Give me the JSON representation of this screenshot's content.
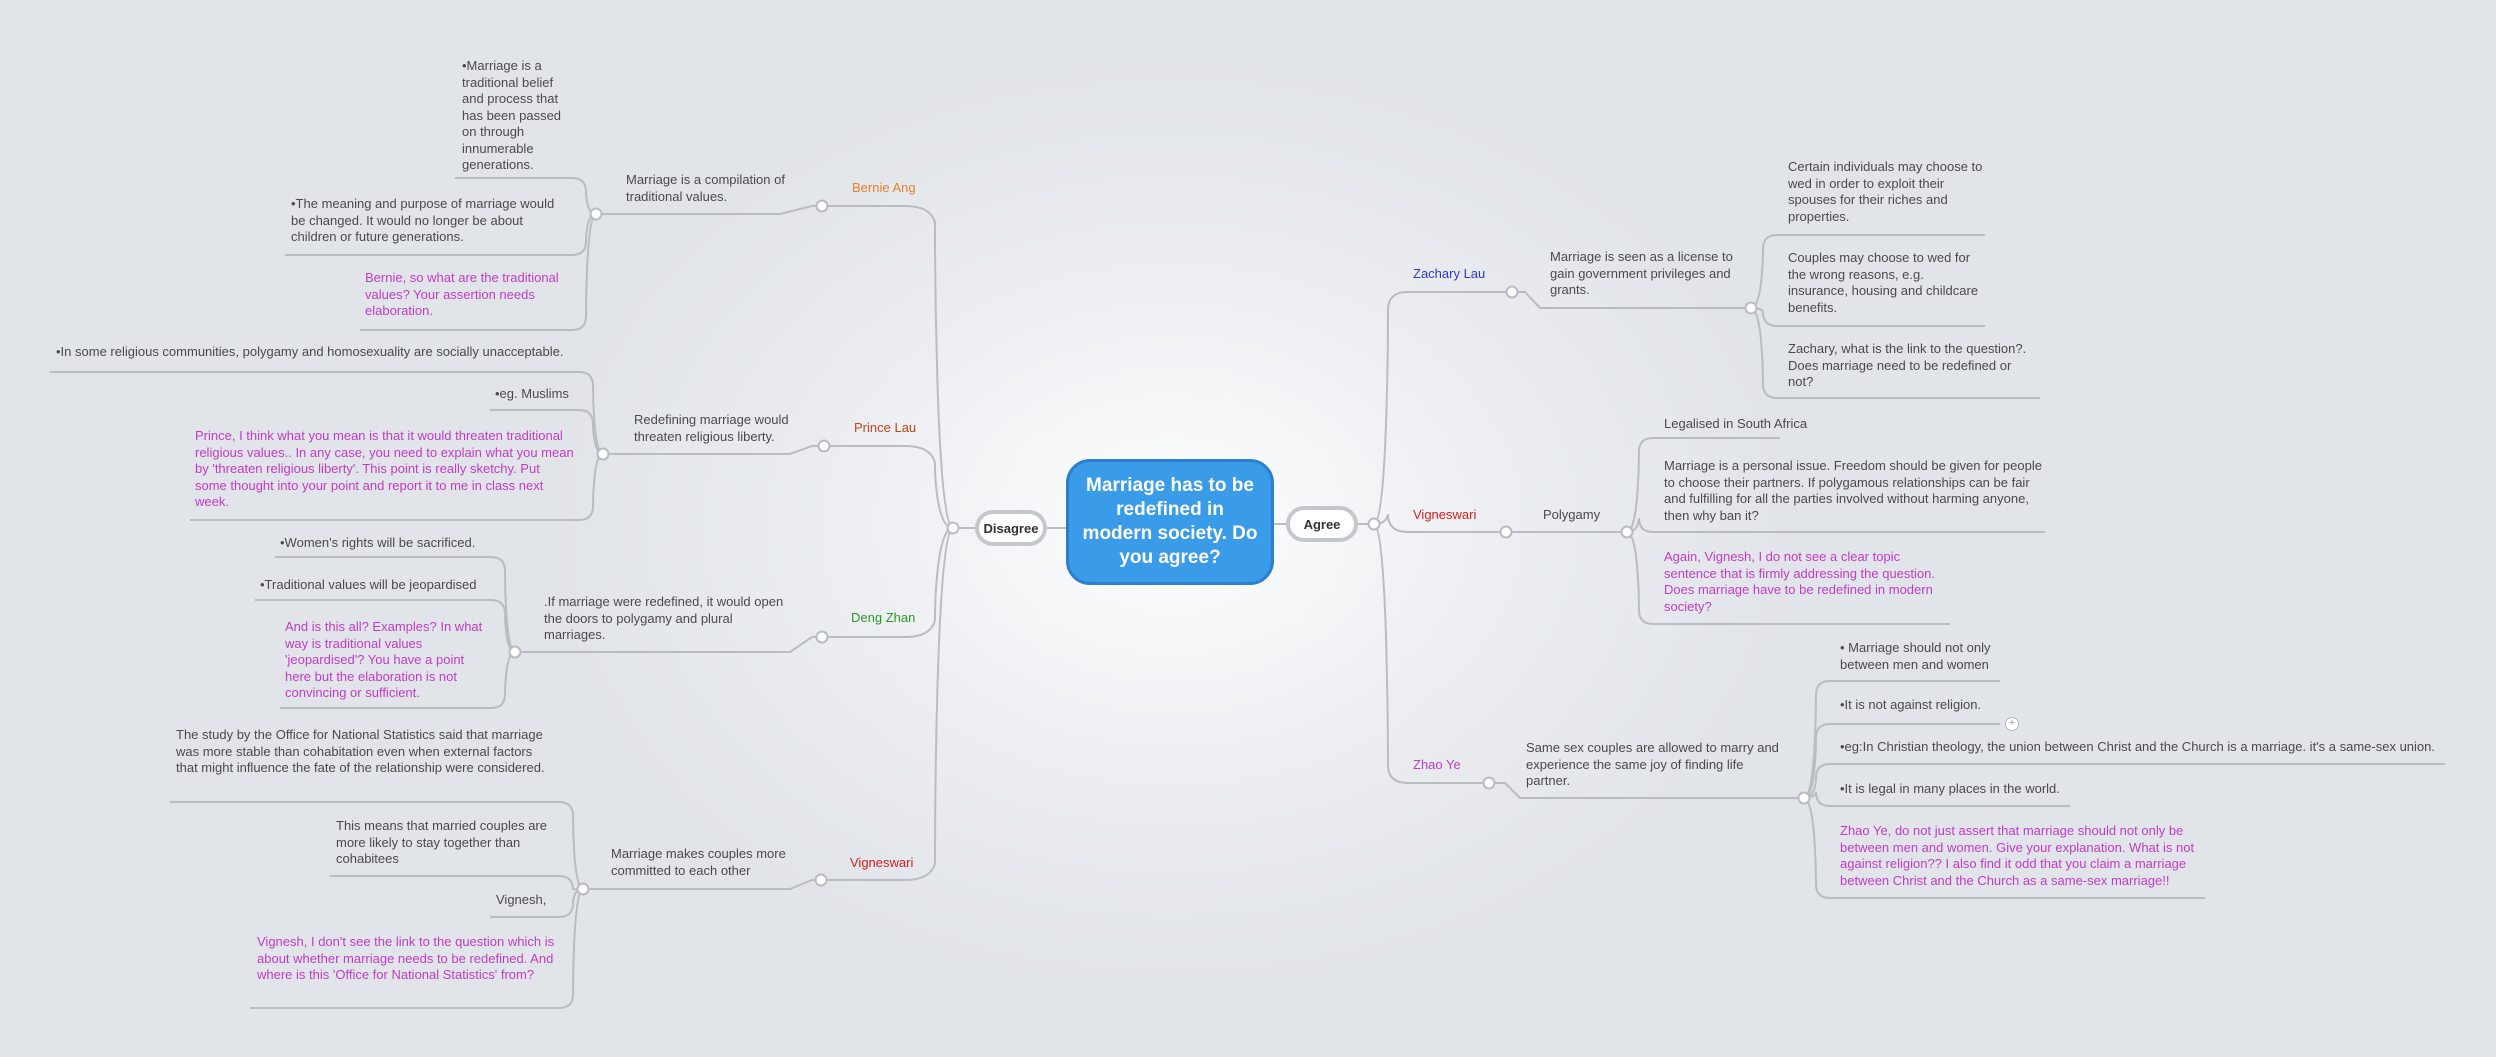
{
  "central": {
    "title": "Marriage has to be redefined in modern society. Do you agree?"
  },
  "disagree": {
    "label": "Disagree",
    "branches": [
      {
        "author": "Bernie Ang",
        "topic": "Marriage is a compilation of traditional values.",
        "points": [
          "•Marriage is a traditional belief and process that has been passed on through innumerable generations.",
          "•The meaning and purpose of  marriage would be changed. It would no longer be about children or future generations."
        ],
        "comment": "Bernie, so what are the traditional values? Your assertion needs elaboration."
      },
      {
        "author": "Prince Lau",
        "topic": "Redefining marriage would threaten religious liberty.",
        "points": [
          "•In some religious communities, polygamy and homosexuality are socially unacceptable.",
          "•eg. Muslims"
        ],
        "comment": "Prince, I think what you mean is that it would threaten traditional religious values.. In any case, you need to explain what you mean by 'threaten religious liberty'.  This point is really sketchy. Put some thought into your point and report it to me in class next week."
      },
      {
        "author": "Deng Zhan",
        "topic": ".If marriage were redefined, it would open the doors to polygamy and plural marriages.",
        "points": [
          "•Women's rights will be sacrificed.",
          "•Traditional values will be jeopardised"
        ],
        "comment": "And is this all? Examples? In what way is traditional values 'jeopardised'? You have a point here but the elaboration is not convincing or sufficient."
      },
      {
        "author": "Vigneswari",
        "topic": "Marriage makes couples more committed to each other",
        "points": [
          "The study by the Office for National Statistics said that marriage was more stable than cohabitation even when external factors that might influence the fate of the relationship were considered.",
          "This means that married couples are more likely to stay together than cohabitees",
          "Vignesh,"
        ],
        "comment": "Vignesh, I don't see the link to the question which is about whether marriage needs to be redefined. And where is this 'Office for National Statistics' from?"
      }
    ]
  },
  "agree": {
    "label": "Agree",
    "branches": [
      {
        "author": "Zachary Lau",
        "topic": "Marriage is seen as a license to gain government privileges and grants.",
        "points": [
          "Certain individuals may choose to wed in order to exploit their spouses for their riches and properties.",
          "Couples may choose to wed for the wrong reasons, e.g. insurance, housing and childcare benefits.",
          "Zachary, what is the link to the question?. Does marriage need to be redefined or not?"
        ]
      },
      {
        "author": "Vigneswari",
        "topic": "Polygamy",
        "points": [
          "Legalised in South Africa",
          "Marriage is a personal issue. Freedom should be given for people to choose their partners. If polygamous relationships can be fair and fulfilling for all the parties involved without harming anyone, then why ban it?"
        ],
        "comment": "Again, Vignesh, I do not see a clear topic sentence that is firmly addressing the question. Does marriage have to be redefined in modern society?"
      },
      {
        "author": "Zhao Ye",
        "topic": "Same sex couples are allowed to marry and experience the same joy of finding life partner.",
        "points": [
          "• Marriage should not only between men and women",
          "•It is not against religion.",
          "•eg:In Christian theology, the union between Christ and the Church is a marriage. it's a same-sex union.",
          "•It is legal in many places in the world."
        ],
        "comment": "Zhao Ye, do not just assert that marriage should not only be between men and women. Give your explanation. What is not against religion?? I also find it odd that you claim a marriage between Christ and the Church as a same-sex marriage!!"
      }
    ]
  },
  "colors": {
    "central_fill": "#3a9be8",
    "line": "#b9bcc1",
    "comment": "#c03cc8",
    "bernie": "#e8802a",
    "prince": "#c0451a",
    "deng": "#2a9a28",
    "vig": "#d62020",
    "zachary": "#2d37d6",
    "zhao": "#c03cc8"
  },
  "icons": {
    "add": "plus-circle-icon"
  }
}
